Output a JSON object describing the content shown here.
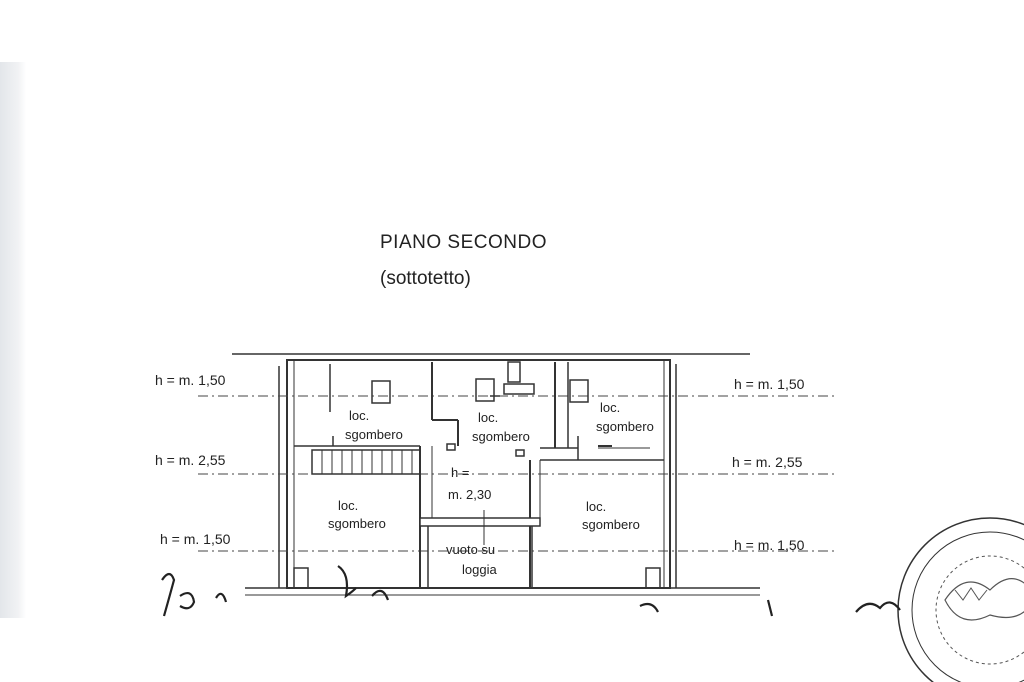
{
  "plan": {
    "title": "PIANO SECONDO",
    "subtitle": "(sottotetto)"
  },
  "heights": {
    "left_top": "h =  m. 1,50",
    "left_mid": "h =  m. 2,55",
    "left_bot": "h =  m. 1,50",
    "right_top": "h =  m. 1,50",
    "right_mid": "h =  m. 2,55",
    "right_bot": "h =  m. 1,50"
  },
  "rooms": {
    "r1_a": "loc.",
    "r1_b": "sgombero",
    "r2_a": "loc.",
    "r2_b": "sgombero",
    "r3_a": "loc.",
    "r3_b": "sgombero",
    "r4_a": "loc.",
    "r4_b": "sgombero",
    "r5_a": "loc.",
    "r5_b": "sgombero",
    "center_a": "h =",
    "center_b": "m. 2,30",
    "void_a": "vuoto su",
    "void_b": "loggia"
  }
}
